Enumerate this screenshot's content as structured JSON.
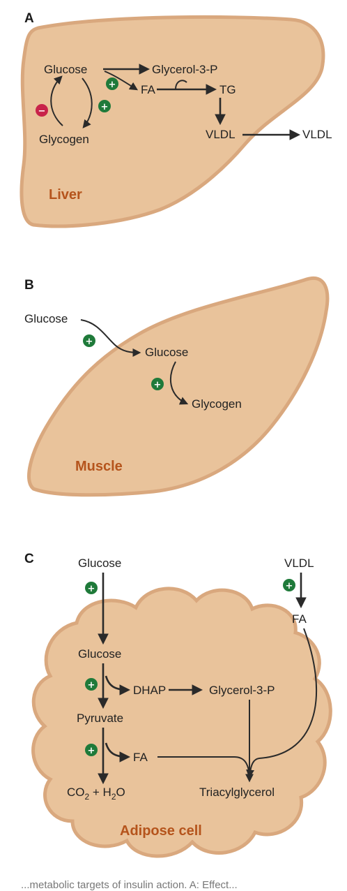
{
  "colors": {
    "cell_fill": "#e9c39b",
    "cell_border": "#d9a87e",
    "stimulate": "#1f7a3a",
    "inhibit": "#c8234a",
    "tissue_label": "#b5541c",
    "arrow": "#2a2a2a"
  },
  "panel_a": {
    "label": "A",
    "tissue": "Liver",
    "glucose": "Glucose",
    "glycerol3p": "Glycerol-3-P",
    "fa": "FA",
    "tg": "TG",
    "glycogen": "Glycogen",
    "vldl_in": "VLDL",
    "vldl_out": "VLDL",
    "sign_plus_1": "+",
    "sign_plus_2": "+",
    "sign_minus": "−"
  },
  "panel_b": {
    "label": "B",
    "tissue": "Muscle",
    "glucose_out": "Glucose",
    "glucose_in": "Glucose",
    "glycogen": "Glycogen",
    "sign_plus_1": "+",
    "sign_plus_2": "+"
  },
  "panel_c": {
    "label": "C",
    "tissue": "Adipose cell",
    "glucose_out": "Glucose",
    "glucose_in": "Glucose",
    "dhap": "DHAP",
    "glycerol3p": "Glycerol-3-P",
    "pyruvate": "Pyruvate",
    "fa": "FA",
    "co2": "CO",
    "co2_sub": "2",
    "plus_h": " + H",
    "h2o_sub": "2",
    "o": "O",
    "triacylglycerol": "Triacylglycerol",
    "vldl": "VLDL",
    "fa_vldl": "FA",
    "sign_plus_1": "+",
    "sign_plus_2": "+",
    "sign_plus_3": "+",
    "sign_plus_4": "+"
  },
  "caption": "...metabolic targets of insulin action. A: Effect..."
}
